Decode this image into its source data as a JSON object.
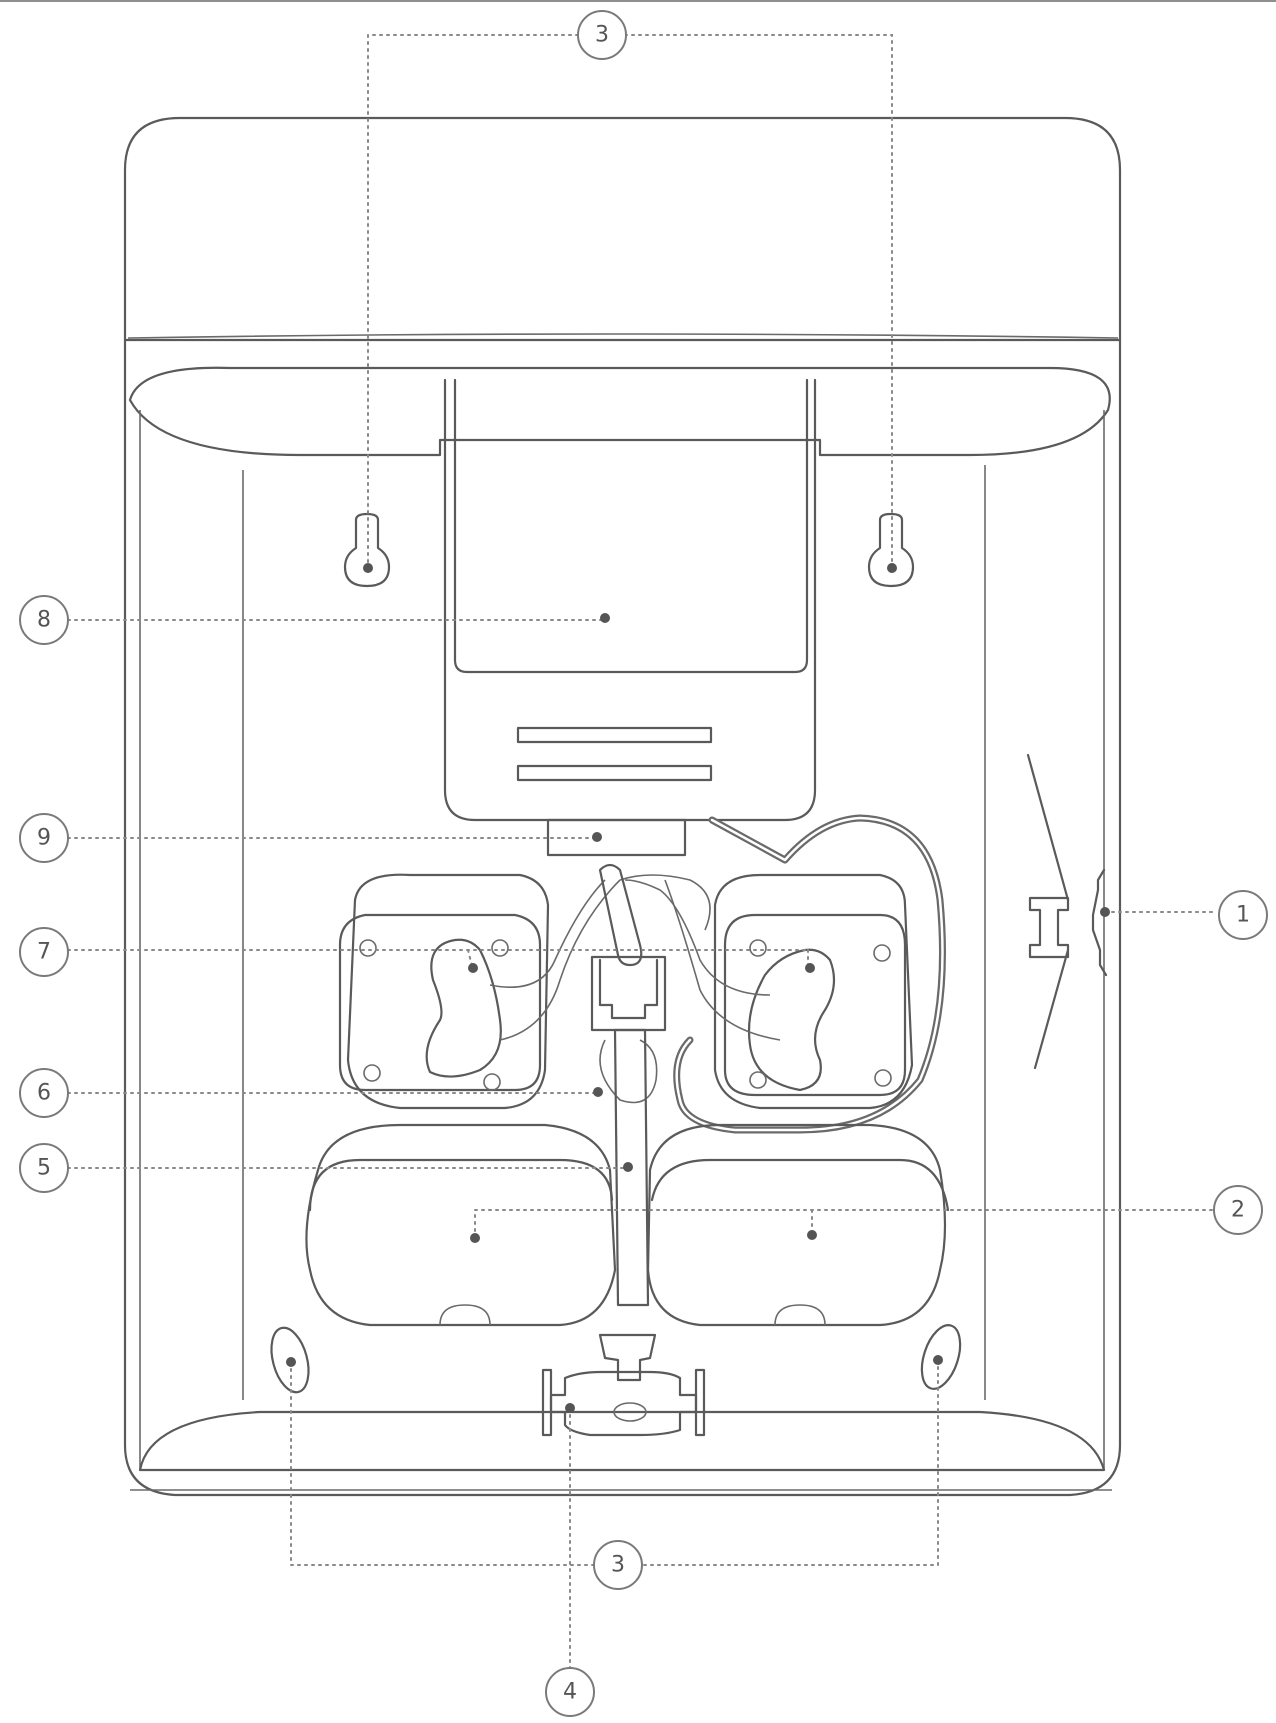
{
  "diagram": {
    "callouts": [
      {
        "id": "callout-1",
        "label": "1"
      },
      {
        "id": "callout-2",
        "label": "2"
      },
      {
        "id": "callout-3-top",
        "label": "3"
      },
      {
        "id": "callout-3-bottom",
        "label": "3"
      },
      {
        "id": "callout-4",
        "label": "4"
      },
      {
        "id": "callout-5",
        "label": "5"
      },
      {
        "id": "callout-6",
        "label": "6"
      },
      {
        "id": "callout-7",
        "label": "7"
      },
      {
        "id": "callout-8",
        "label": "8"
      },
      {
        "id": "callout-9",
        "label": "9"
      }
    ],
    "colors": {
      "stroke": "#5a5a5a",
      "leader": "#888888",
      "marker": "#555555",
      "background": "#ffffff"
    }
  }
}
